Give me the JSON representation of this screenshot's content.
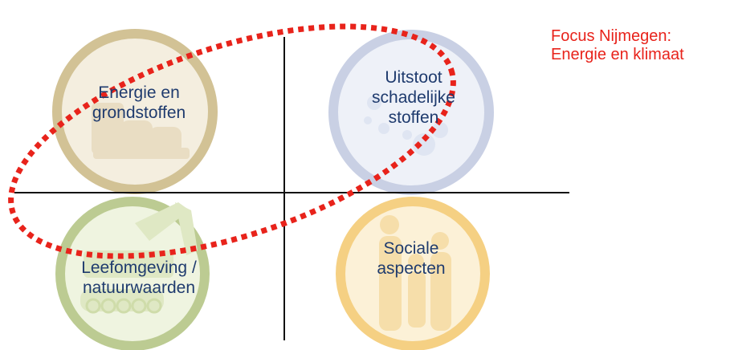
{
  "quadrants": [
    {
      "id": "energy",
      "lines": [
        "Energie en",
        "grondstoffen"
      ],
      "ring_color": "#cdbb8f",
      "fill_color": "#f3ecdb"
    },
    {
      "id": "emission",
      "lines": [
        "Uitstoot",
        "schadelijke",
        "stoffen"
      ],
      "ring_color": "#c6cde3",
      "fill_color": "#eef1f8"
    },
    {
      "id": "living",
      "lines": [
        "Leefomgeving /",
        "natuurwaarden"
      ],
      "ring_color": "#b8c98e",
      "fill_color": "#eef3de"
    },
    {
      "id": "social",
      "lines": [
        "Sociale",
        "aspecten"
      ],
      "ring_color": "#f4cf7f",
      "fill_color": "#fcf0d6"
    }
  ],
  "focus": {
    "lines": [
      "Focus Nijmegen:",
      "Energie en klimaat"
    ],
    "color": "#e8231b"
  },
  "colors": {
    "axis": "#111111",
    "label": "#1f3b6e",
    "ellipse": "#e8231b"
  }
}
